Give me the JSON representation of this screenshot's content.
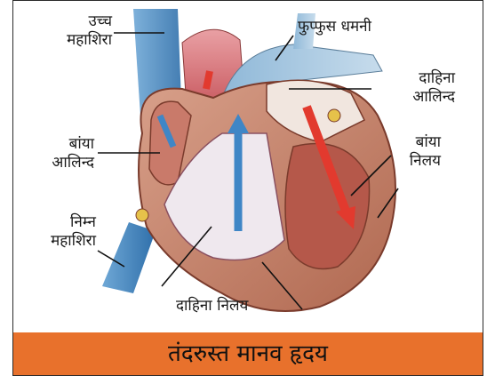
{
  "labels": {
    "superior_vena_cava": [
      "उच्च",
      "महाशिरा"
    ],
    "pulmonary_artery": "फुप्फुस धमनी",
    "right_atrium": [
      "दाहिना",
      "आलिन्द"
    ],
    "left_atrium": [
      "बांया",
      "आलिन्द"
    ],
    "left_ventricle": [
      "बांया",
      "निलय"
    ],
    "inferior_vena_cava": [
      "निम्न",
      "महाशिरा"
    ],
    "right_ventricle": "दाहिना निलय"
  },
  "caption": "तंदरुस्त मानव हृदय",
  "colors": {
    "caption_bg": "#e8712c",
    "deoxygenated": "#3f86c6",
    "oxygenated": "#e23a2e",
    "muscle": "#c98a74"
  }
}
